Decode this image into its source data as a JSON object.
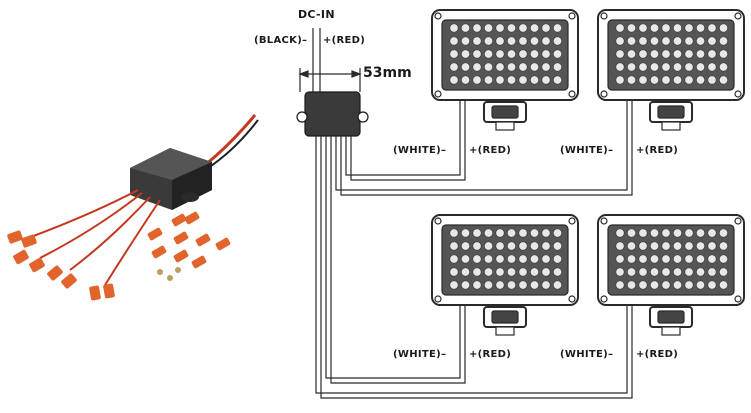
{
  "header": {
    "dc_in": "DC-IN",
    "black_label": "(BLACK)–",
    "red_label": "+(RED)",
    "dimension": "53mm"
  },
  "lamps": [
    {
      "minus": "(WHITE)–",
      "plus": "+(RED)"
    },
    {
      "minus": "(WHITE)–",
      "plus": "+(RED)"
    },
    {
      "minus": "(WHITE)–",
      "plus": "+(RED)"
    },
    {
      "minus": "(WHITE)–",
      "plus": "+(RED)"
    }
  ],
  "colors": {
    "line": "#2a2a2a",
    "box": "#3a3a3a",
    "wire_red": "#c4381e",
    "terminal": "#e0642c",
    "screw": "#b8a060"
  }
}
